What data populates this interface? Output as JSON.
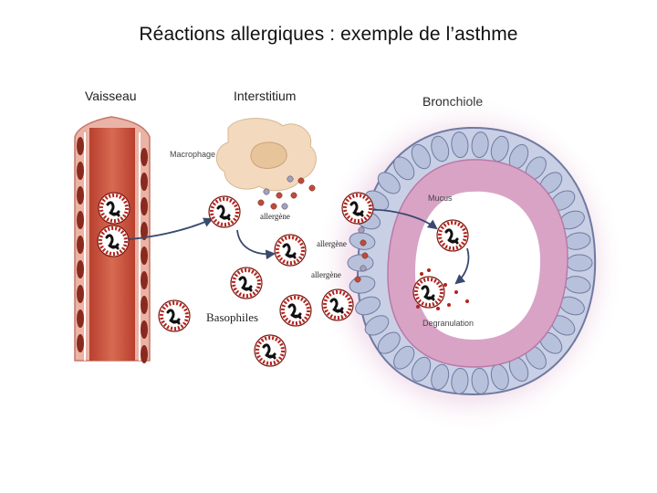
{
  "title": "Réactions allergiques : exemple de l’asthme",
  "labels": {
    "vessel": "Vaisseau",
    "interstitium": "Interstitium",
    "bronchiole": "Bronchiole",
    "macrophage": "Macrophage",
    "mucus": "Mucus",
    "degranulation": "Degranulation",
    "allergen_1": "allergène",
    "allergen_2": "allergène",
    "allergen_3": "allergène",
    "basophils": "Basophiles"
  },
  "colors": {
    "vessel_wall": "#e8a89a",
    "vessel_lumen": "#c0503a",
    "cell_red": "#b3241c",
    "bronchiole_glow": "#e8c4dc",
    "epithelium": "#c5cde3",
    "mucus": "#d49ac0",
    "macrophage": "#f3d9bd"
  }
}
